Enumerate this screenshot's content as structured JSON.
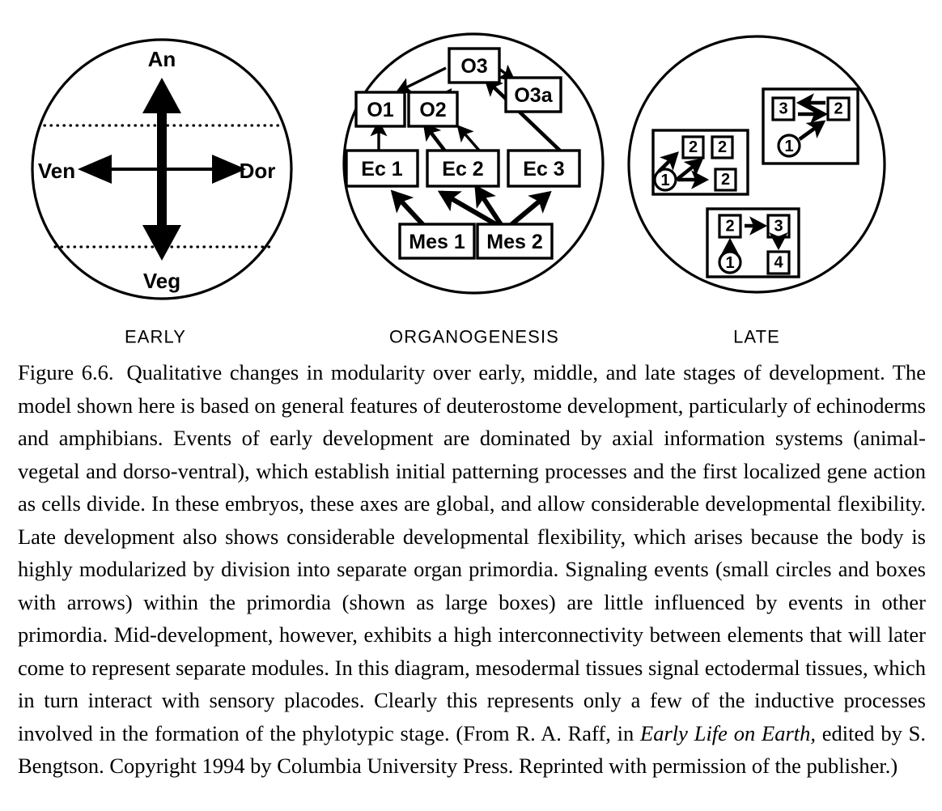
{
  "figure": {
    "number": "Figure 6.6.",
    "stages": [
      {
        "id": "early",
        "label": "EARLY"
      },
      {
        "id": "organogenesis",
        "label": "ORGANOGENESIS"
      },
      {
        "id": "late",
        "label": "LATE"
      }
    ]
  },
  "early_panel": {
    "name": "early-embryo-axes",
    "axis_labels": {
      "animal": "An",
      "vegetal": "Veg",
      "ventral": "Ven",
      "dorsal": "Dor"
    },
    "axes": [
      {
        "name": "animal-vegetal-axis",
        "from": "Veg",
        "to": "An",
        "weight": "heavy"
      },
      {
        "name": "dorso-ventral-axis",
        "from": "Ven",
        "to": "Dor",
        "weight": "light"
      }
    ],
    "boundaries": [
      "animal-boundary-dotted",
      "vegetal-boundary-dotted"
    ]
  },
  "organogenesis_panel": {
    "name": "organogenesis-network",
    "nodes": [
      {
        "id": "o3",
        "label": "O3"
      },
      {
        "id": "o3a",
        "label": "O3a"
      },
      {
        "id": "o1",
        "label": "O1"
      },
      {
        "id": "o2",
        "label": "O2"
      },
      {
        "id": "ec1",
        "label": "Ec 1"
      },
      {
        "id": "ec2",
        "label": "Ec 2"
      },
      {
        "id": "ec3",
        "label": "Ec 3"
      },
      {
        "id": "mes1",
        "label": "Mes 1"
      },
      {
        "id": "mes2",
        "label": "Mes 2"
      }
    ],
    "edges": [
      {
        "from": "o3",
        "to": "o1"
      },
      {
        "from": "o3",
        "to": "o3a"
      },
      {
        "from": "ec2",
        "to": "o3"
      },
      {
        "from": "ec3",
        "to": "o3"
      },
      {
        "from": "ec1",
        "to": "o1"
      },
      {
        "from": "ec2",
        "to": "o2"
      },
      {
        "from": "ec2",
        "to": "o2"
      },
      {
        "from": "mes1",
        "to": "ec1"
      },
      {
        "from": "mes2",
        "to": "ec1"
      },
      {
        "from": "mes2",
        "to": "ec2"
      },
      {
        "from": "mes2",
        "to": "ec3"
      }
    ]
  },
  "late_panel": {
    "name": "late-primordia",
    "primordia": [
      {
        "id": "primordium-left",
        "signals": [
          {
            "source": "1",
            "target": "2"
          },
          {
            "source": "1",
            "target": "2"
          },
          {
            "source": "1",
            "target": "2"
          }
        ],
        "circle_labels": [
          "1"
        ],
        "box_labels": [
          "2",
          "2",
          "2"
        ]
      },
      {
        "id": "primordium-top-right",
        "signals": [
          {
            "source": "3",
            "target": "2"
          },
          {
            "source": "2",
            "target": "3"
          },
          {
            "source": "1",
            "target": "2"
          }
        ],
        "circle_labels": [
          "1"
        ],
        "box_labels": [
          "3",
          "2"
        ]
      },
      {
        "id": "primordium-bottom",
        "signals": [
          {
            "source": "1",
            "target": "2"
          },
          {
            "source": "2",
            "target": "3"
          },
          {
            "source": "3",
            "target": "4"
          }
        ],
        "circle_labels": [
          "1"
        ],
        "box_labels": [
          "2",
          "3",
          "4"
        ]
      }
    ]
  },
  "caption": {
    "number": "Figure 6.6.",
    "line1": "Qualitative changes in modularity over early, middle, and late stages of development. The model shown here is based on general features of deuterostome development, particularly of echinoderms and amphibians. Events of early development are dominated by axial information systems (animal-vegetal and dorso-ventral), which establish initial patterning processes and the first localized gene action as cells divide. In these embryos, these axes are global, and allow considerable developmental flexibility. Late development also shows considerable developmental flexibility, which arises because the body is highly modularized by division into separate organ primordia. Signaling events (small circles and boxes with arrows) within the primordia (shown as large boxes) are little influenced by events in other primordia. Mid-development, however, exhibits a high interconnectivity between elements that will later come to represent separate modules. In this diagram, mesodermal tissues signal ectodermal tissues, which in turn interact with sensory placodes. Clearly this represents only a few of the inductive processes involved in the formation of the phylotypic stage. (From R. A. Raff, in ",
    "italic1": "Early Life on Earth,",
    "line2": " edited by S. Bengtson. Copyright 1994 by Columbia University Press. Reprinted with permission of the publisher.)"
  }
}
